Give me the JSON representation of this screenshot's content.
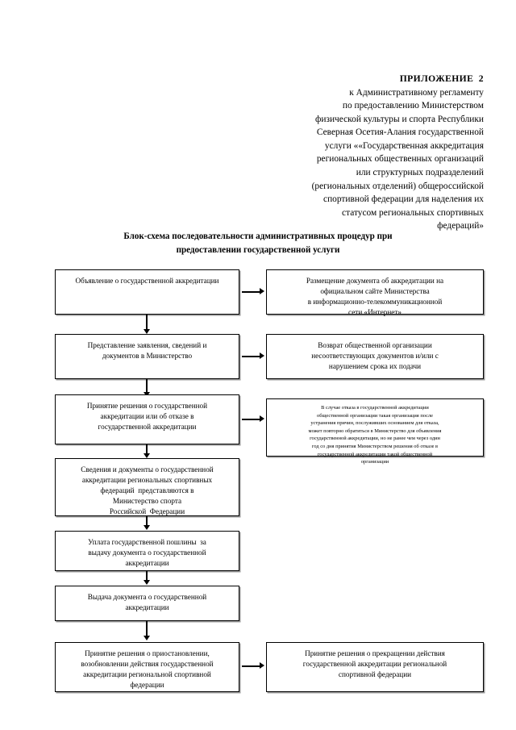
{
  "header": {
    "lines": [
      "ПРИЛОЖЕНИЕ  2",
      "к Административному регламенту",
      "по предоставлению Министерством",
      "физической культуры и спорта Республики",
      "Северная Осетия-Алания государственной",
      "услуги ««Государственная аккредитация",
      "региональных общественных организаций",
      "или структурных подразделений",
      "(региональных отделений) общероссийской",
      "спортивной федерации для наделения их",
      "статусом региональных спортивных",
      "федераций»"
    ]
  },
  "title": {
    "lines": [
      "Блок-схема последовательности административных процедур при",
      "предоставлении государственной услуги"
    ]
  },
  "flowchart": {
    "type": "flowchart",
    "nodes": [
      {
        "id": "n1",
        "column": "left",
        "lines": [
          "Объявление о государственной аккредитации"
        ]
      },
      {
        "id": "n2",
        "column": "right",
        "lines": [
          "Размещение документа об аккредитации на",
          "официальном сайте Министерства",
          "в информационно-телекоммуникационной",
          "сети «Интернет»"
        ]
      },
      {
        "id": "n3",
        "column": "left",
        "lines": [
          "Представление заявления, сведений и",
          "документов в Министерство"
        ]
      },
      {
        "id": "n4",
        "column": "right",
        "lines": [
          "Возврат общественной организации",
          "несоответствующих документов и/или с",
          "нарушением срока их подачи"
        ]
      },
      {
        "id": "n5",
        "column": "left",
        "lines": [
          "Принятие решения о государственной",
          "аккредитации или об отказе в",
          "государственной аккредитации"
        ]
      },
      {
        "id": "n6",
        "column": "right",
        "dense": true,
        "lines": [
          "В случае отказа в государственной аккредитации",
          "общественной организации такая организация после",
          "устранения причин, послуживших основанием для отказа,",
          "может повторно обратиться в Министерство для объявления",
          "государственной аккредитации, но не ранее чем через один",
          "год со дня принятия Министерством решения об отказе в",
          "государственной аккредитации такой общественной",
          "организации"
        ]
      },
      {
        "id": "n7",
        "column": "left",
        "lines": [
          "Сведения и документы о государственной",
          "аккредитации региональных спортивных",
          "федераций  представляются в",
          "Министерство спорта",
          "Российской  Федерации"
        ]
      },
      {
        "id": "n8",
        "column": "left",
        "lines": [
          "Уплата государственной пошлины  за",
          "выдачу документа о государственной",
          "аккредитации"
        ]
      },
      {
        "id": "n9",
        "column": "left",
        "lines": [
          "Выдача документа о государственной",
          "аккредитации"
        ]
      },
      {
        "id": "n10",
        "column": "left",
        "lines": [
          "Принятие решения о приостановлении,",
          "возобновлении действия государственной",
          "аккредитации региональной спортивной",
          "федерации"
        ]
      },
      {
        "id": "n11",
        "column": "right",
        "lines": [
          "Принятие решения о прекращении действия",
          "государственной аккредитации региональной",
          "спортивной федерации"
        ]
      }
    ],
    "edges": [
      {
        "from": "n1",
        "to": "n2",
        "direction": "right"
      },
      {
        "from": "n1",
        "to": "n3",
        "direction": "down"
      },
      {
        "from": "n3",
        "to": "n4",
        "direction": "right"
      },
      {
        "from": "n3",
        "to": "n5",
        "direction": "down"
      },
      {
        "from": "n5",
        "to": "n6",
        "direction": "right"
      },
      {
        "from": "n5",
        "to": "n7",
        "direction": "down"
      },
      {
        "from": "n7",
        "to": "n8",
        "direction": "down"
      },
      {
        "from": "n8",
        "to": "n9",
        "direction": "down"
      },
      {
        "from": "n9",
        "to": "n10",
        "direction": "down"
      },
      {
        "from": "n10",
        "to": "n11",
        "direction": "right"
      }
    ]
  },
  "colors": {
    "page_background": "#ffffff",
    "text": "#000000",
    "box_border": "#000000",
    "box_shadow": "#9a9a9a"
  }
}
